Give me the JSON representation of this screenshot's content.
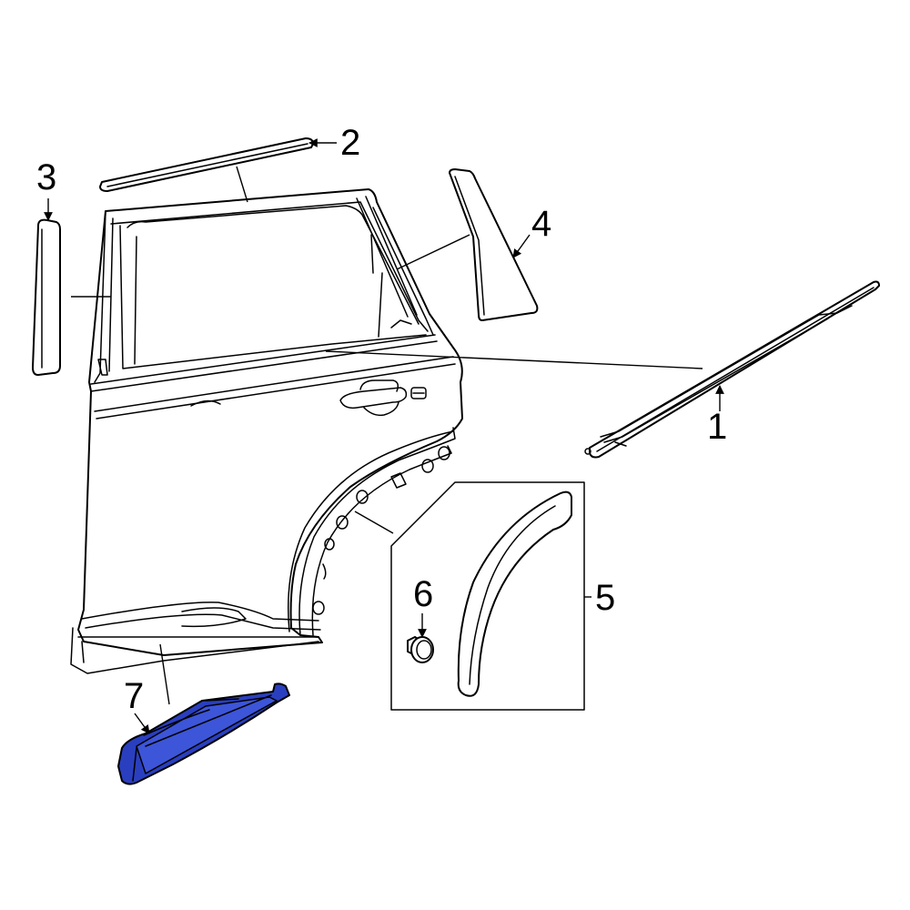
{
  "callouts": {
    "c1": "1",
    "c2": "2",
    "c3": "3",
    "c4": "4",
    "c5": "5",
    "c6": "6",
    "c7": "7"
  },
  "colors": {
    "highlight": "#2a3fbf",
    "line": "#000000",
    "background": "#ffffff"
  }
}
